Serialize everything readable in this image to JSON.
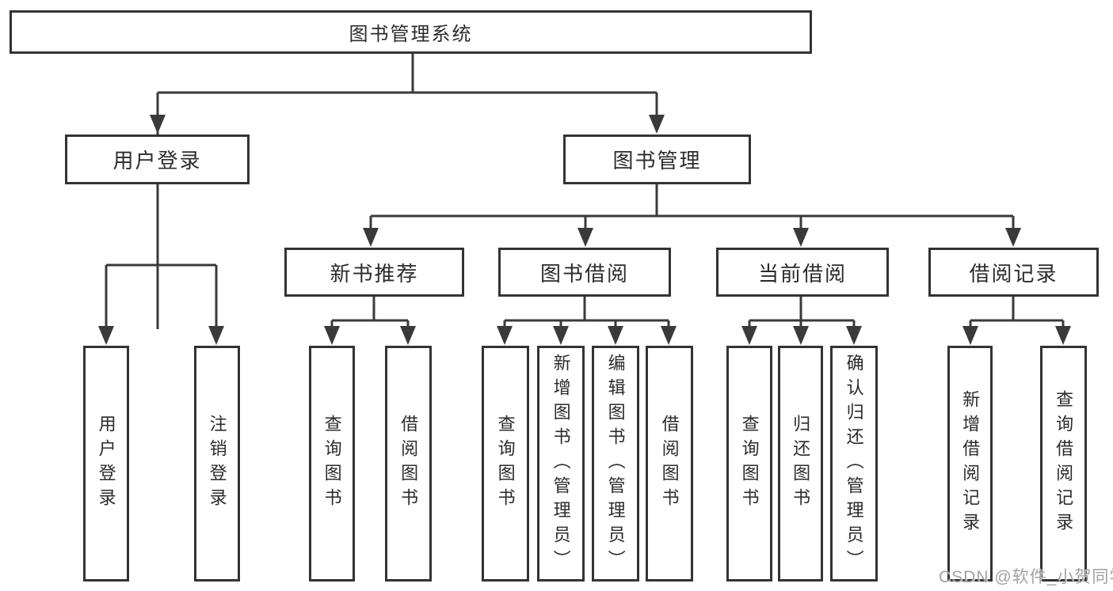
{
  "watermark": "CSDN @软件_小贺同学",
  "colors": {
    "line": "#3a3a3a",
    "box_border": "#333333",
    "box_fill": "#ffffff",
    "text": "#2b2b2b",
    "watermark_gray": "#9a9a9a",
    "background": "#ffffff"
  },
  "nodes": {
    "root": {
      "label": "图书管理系统"
    },
    "level2": [
      {
        "label": "用户登录"
      },
      {
        "label": "图书管理"
      }
    ],
    "level3": [
      {
        "label": "新书推荐"
      },
      {
        "label": "图书借阅"
      },
      {
        "label": "当前借阅"
      },
      {
        "label": "借阅记录"
      }
    ],
    "leaves_login": [
      {
        "label": "用户登录"
      },
      {
        "label": "注销登录"
      }
    ],
    "leaves_newbook": [
      {
        "label": "查询图书"
      },
      {
        "label": "借阅图书"
      }
    ],
    "leaves_borrow": [
      {
        "label": "查询图书"
      },
      {
        "label": "新增图书（管理员）"
      },
      {
        "label": "编辑图书（管理员）"
      },
      {
        "label": "借阅图书"
      }
    ],
    "leaves_current": [
      {
        "label": "查询图书"
      },
      {
        "label": "归还图书"
      },
      {
        "label": "确认归还（管理员）"
      }
    ],
    "leaves_record": [
      {
        "label": "新增借阅记录"
      },
      {
        "label": "查询借阅记录"
      }
    ]
  }
}
